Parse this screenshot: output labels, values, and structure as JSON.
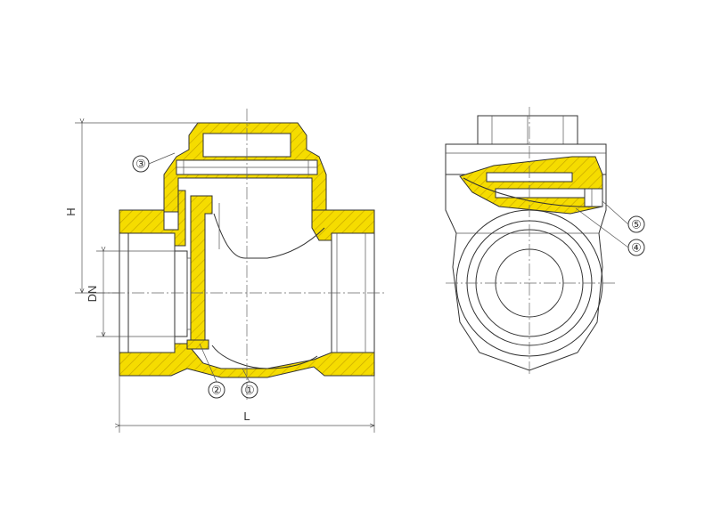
{
  "dimensions": {
    "height": "H",
    "nominal_diameter": "DN",
    "length": "L"
  },
  "callouts": [
    "①",
    "②",
    "③",
    "④",
    "⑤"
  ],
  "colors": {
    "section_fill": "#f5dc00",
    "hatch": "#c8a800",
    "line": "#333333"
  }
}
